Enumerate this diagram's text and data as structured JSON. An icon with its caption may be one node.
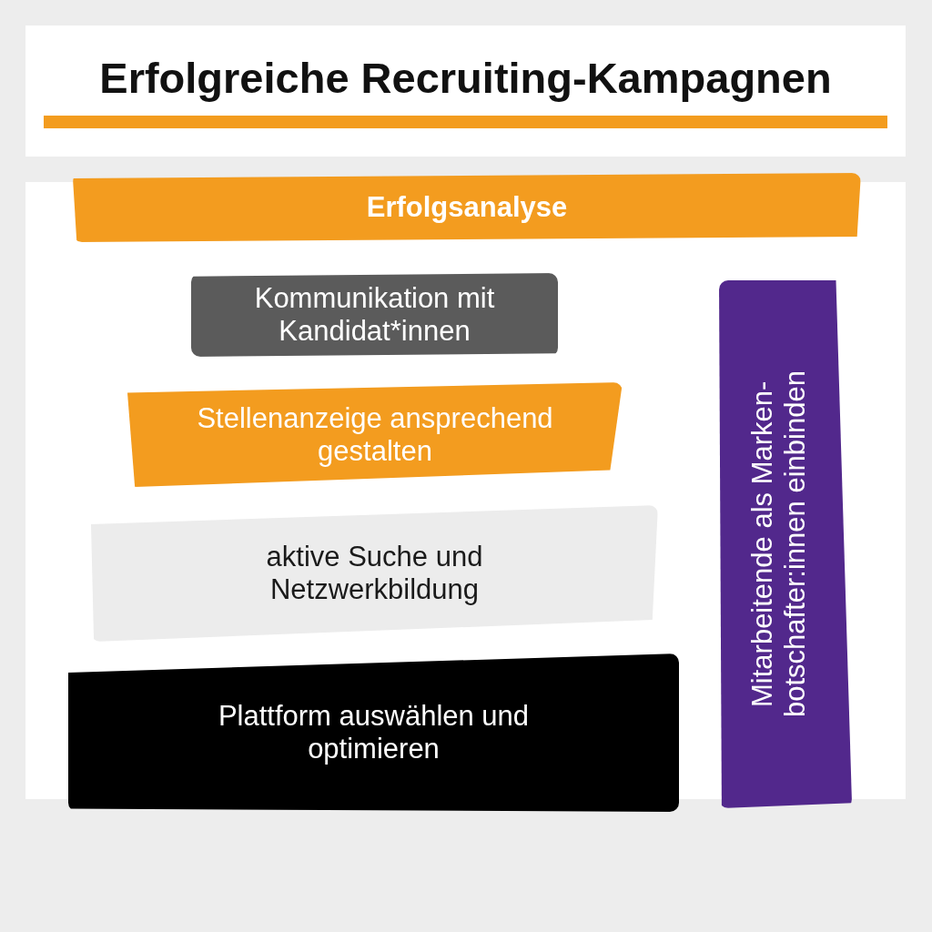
{
  "diagram": {
    "title": "Erfolgreiche Recruiting-Kampagnen",
    "nodes": [
      {
        "text": [
          "Erfolgsanalyse"
        ]
      },
      {
        "text": [
          "Kommunikation mit Kandidat*innen"
        ]
      },
      {
        "text": [
          "Stellenanzeige ansprechend gestalten"
        ]
      },
      {
        "text": [
          "aktive Suche und Netzwerkbildung"
        ]
      },
      {
        "text": [
          "Plattform auswählen und optimieren"
        ]
      },
      {
        "text": [
          "Mitarbeitende als Marken- botschafter:innen einbinden"
        ]
      }
    ]
  }
}
